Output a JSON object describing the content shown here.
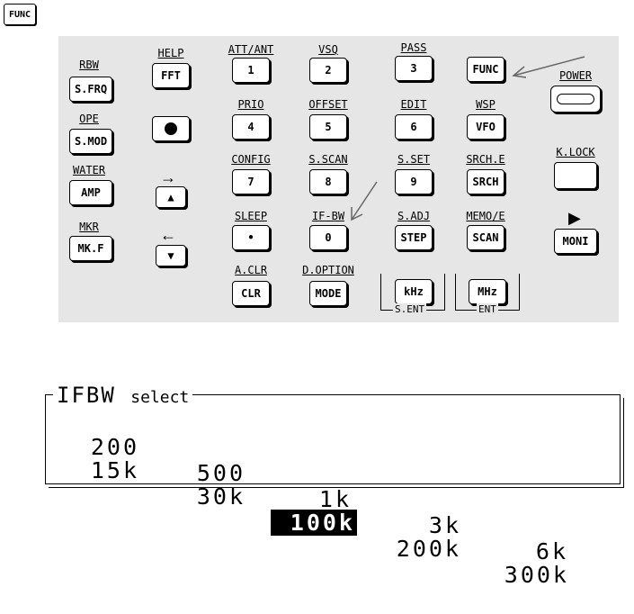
{
  "corner_key": "FUNC",
  "keys": {
    "sfrq": "S.FRQ",
    "fft": "FFT",
    "k1": "1",
    "k2": "2",
    "k3": "3",
    "func": "FUNC",
    "smod": "S.MOD",
    "k4": "4",
    "k5": "5",
    "k6": "6",
    "vfo": "VFO",
    "amp": "AMP",
    "k7": "7",
    "k8": "8",
    "k9": "9",
    "srch": "SRCH",
    "mkf": "MK.F",
    "dot": "•",
    "k0": "0",
    "step": "STEP",
    "scan": "SCAN",
    "moni": "MONI",
    "clr": "CLR",
    "mode": "MODE",
    "khz": "kHz",
    "mhz": "MHz"
  },
  "labels": {
    "rbw": "RBW",
    "help": "HELP",
    "att": "ATT/ANT",
    "vsq": "VSQ",
    "pass": "PASS",
    "power": "POWER",
    "ope": "OPE",
    "prio": "PRIO",
    "offset": "OFFSET",
    "edit": "EDIT",
    "wsp": "WSP",
    "water": "WATER",
    "config": "CONFIG",
    "sscan": "S.SCAN",
    "sset": "S.SET",
    "srche": "SRCH.E",
    "klock": "K.LOCK",
    "mkr": "MKR",
    "sleep": "SLEEP",
    "ifbw": "IF-BW",
    "sadj": "S.ADJ",
    "memoe": "MEMO/E",
    "aclr": "A.CLR",
    "doption": "D.OPTION",
    "sent": "S.ENT",
    "ent": "ENT"
  },
  "lcd": {
    "title": "IFBW",
    "subtitle": "select",
    "row1": [
      "200",
      "500",
      "1k",
      "3k",
      "6k"
    ],
    "row2": [
      "15k",
      "30k",
      "100k",
      "200k",
      "300k"
    ],
    "selected": "100k"
  }
}
